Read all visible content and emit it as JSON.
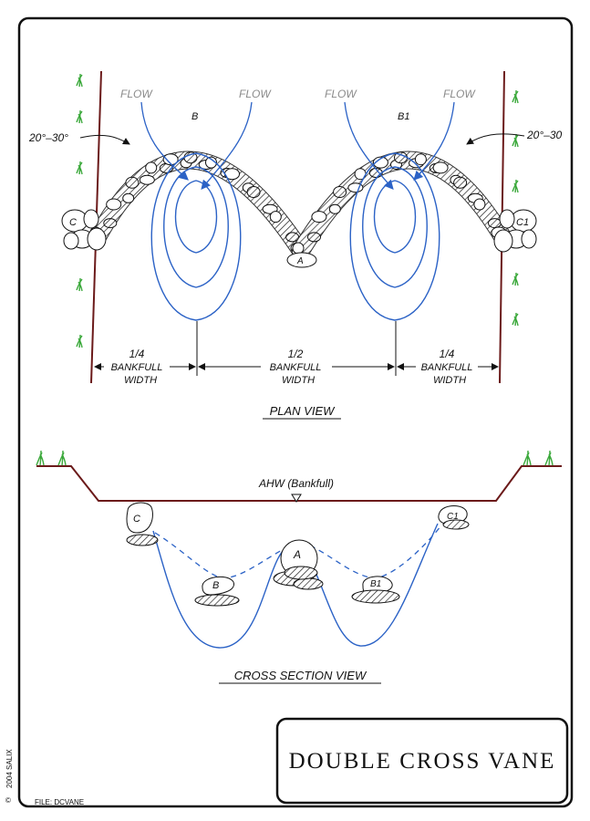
{
  "plan_view": {
    "flow_labels": [
      "FLOW",
      "FLOW",
      "FLOW",
      "FLOW"
    ],
    "angle_left": "20°–30°",
    "angle_right": "20°–30",
    "rock_labels": {
      "b": "B",
      "b1": "B1",
      "c": "C",
      "c1": "C1",
      "a": "A"
    },
    "dimensions": {
      "left": {
        "fraction": "1/4",
        "line1": "BANKFULL",
        "line2": "WIDTH"
      },
      "middle": {
        "fraction": "1/2",
        "line1": "BANKFULL",
        "line2": "WIDTH"
      },
      "right": {
        "fraction": "1/4",
        "line1": "BANKFULL",
        "line2": "WIDTH"
      }
    },
    "caption": "PLAN VIEW"
  },
  "cross_section": {
    "water_label": "AHW (Bankfull)",
    "rock_labels": {
      "c": "C",
      "c1": "C1",
      "a": "A",
      "b": "B",
      "b1": "B1"
    },
    "caption": "CROSS SECTION VIEW"
  },
  "title_block": {
    "title": "DOUBLE CROSS VANE"
  },
  "footer": {
    "copyright": "2004 SALIX",
    "copyright_symbol": "©",
    "file_label": "FILE: DCVANE"
  },
  "colors": {
    "contour": "#2b62c6",
    "bank": "#6b1a1a",
    "grass": "#3aa83a",
    "ink": "#111111",
    "flow_text": "#8a8a8a"
  }
}
